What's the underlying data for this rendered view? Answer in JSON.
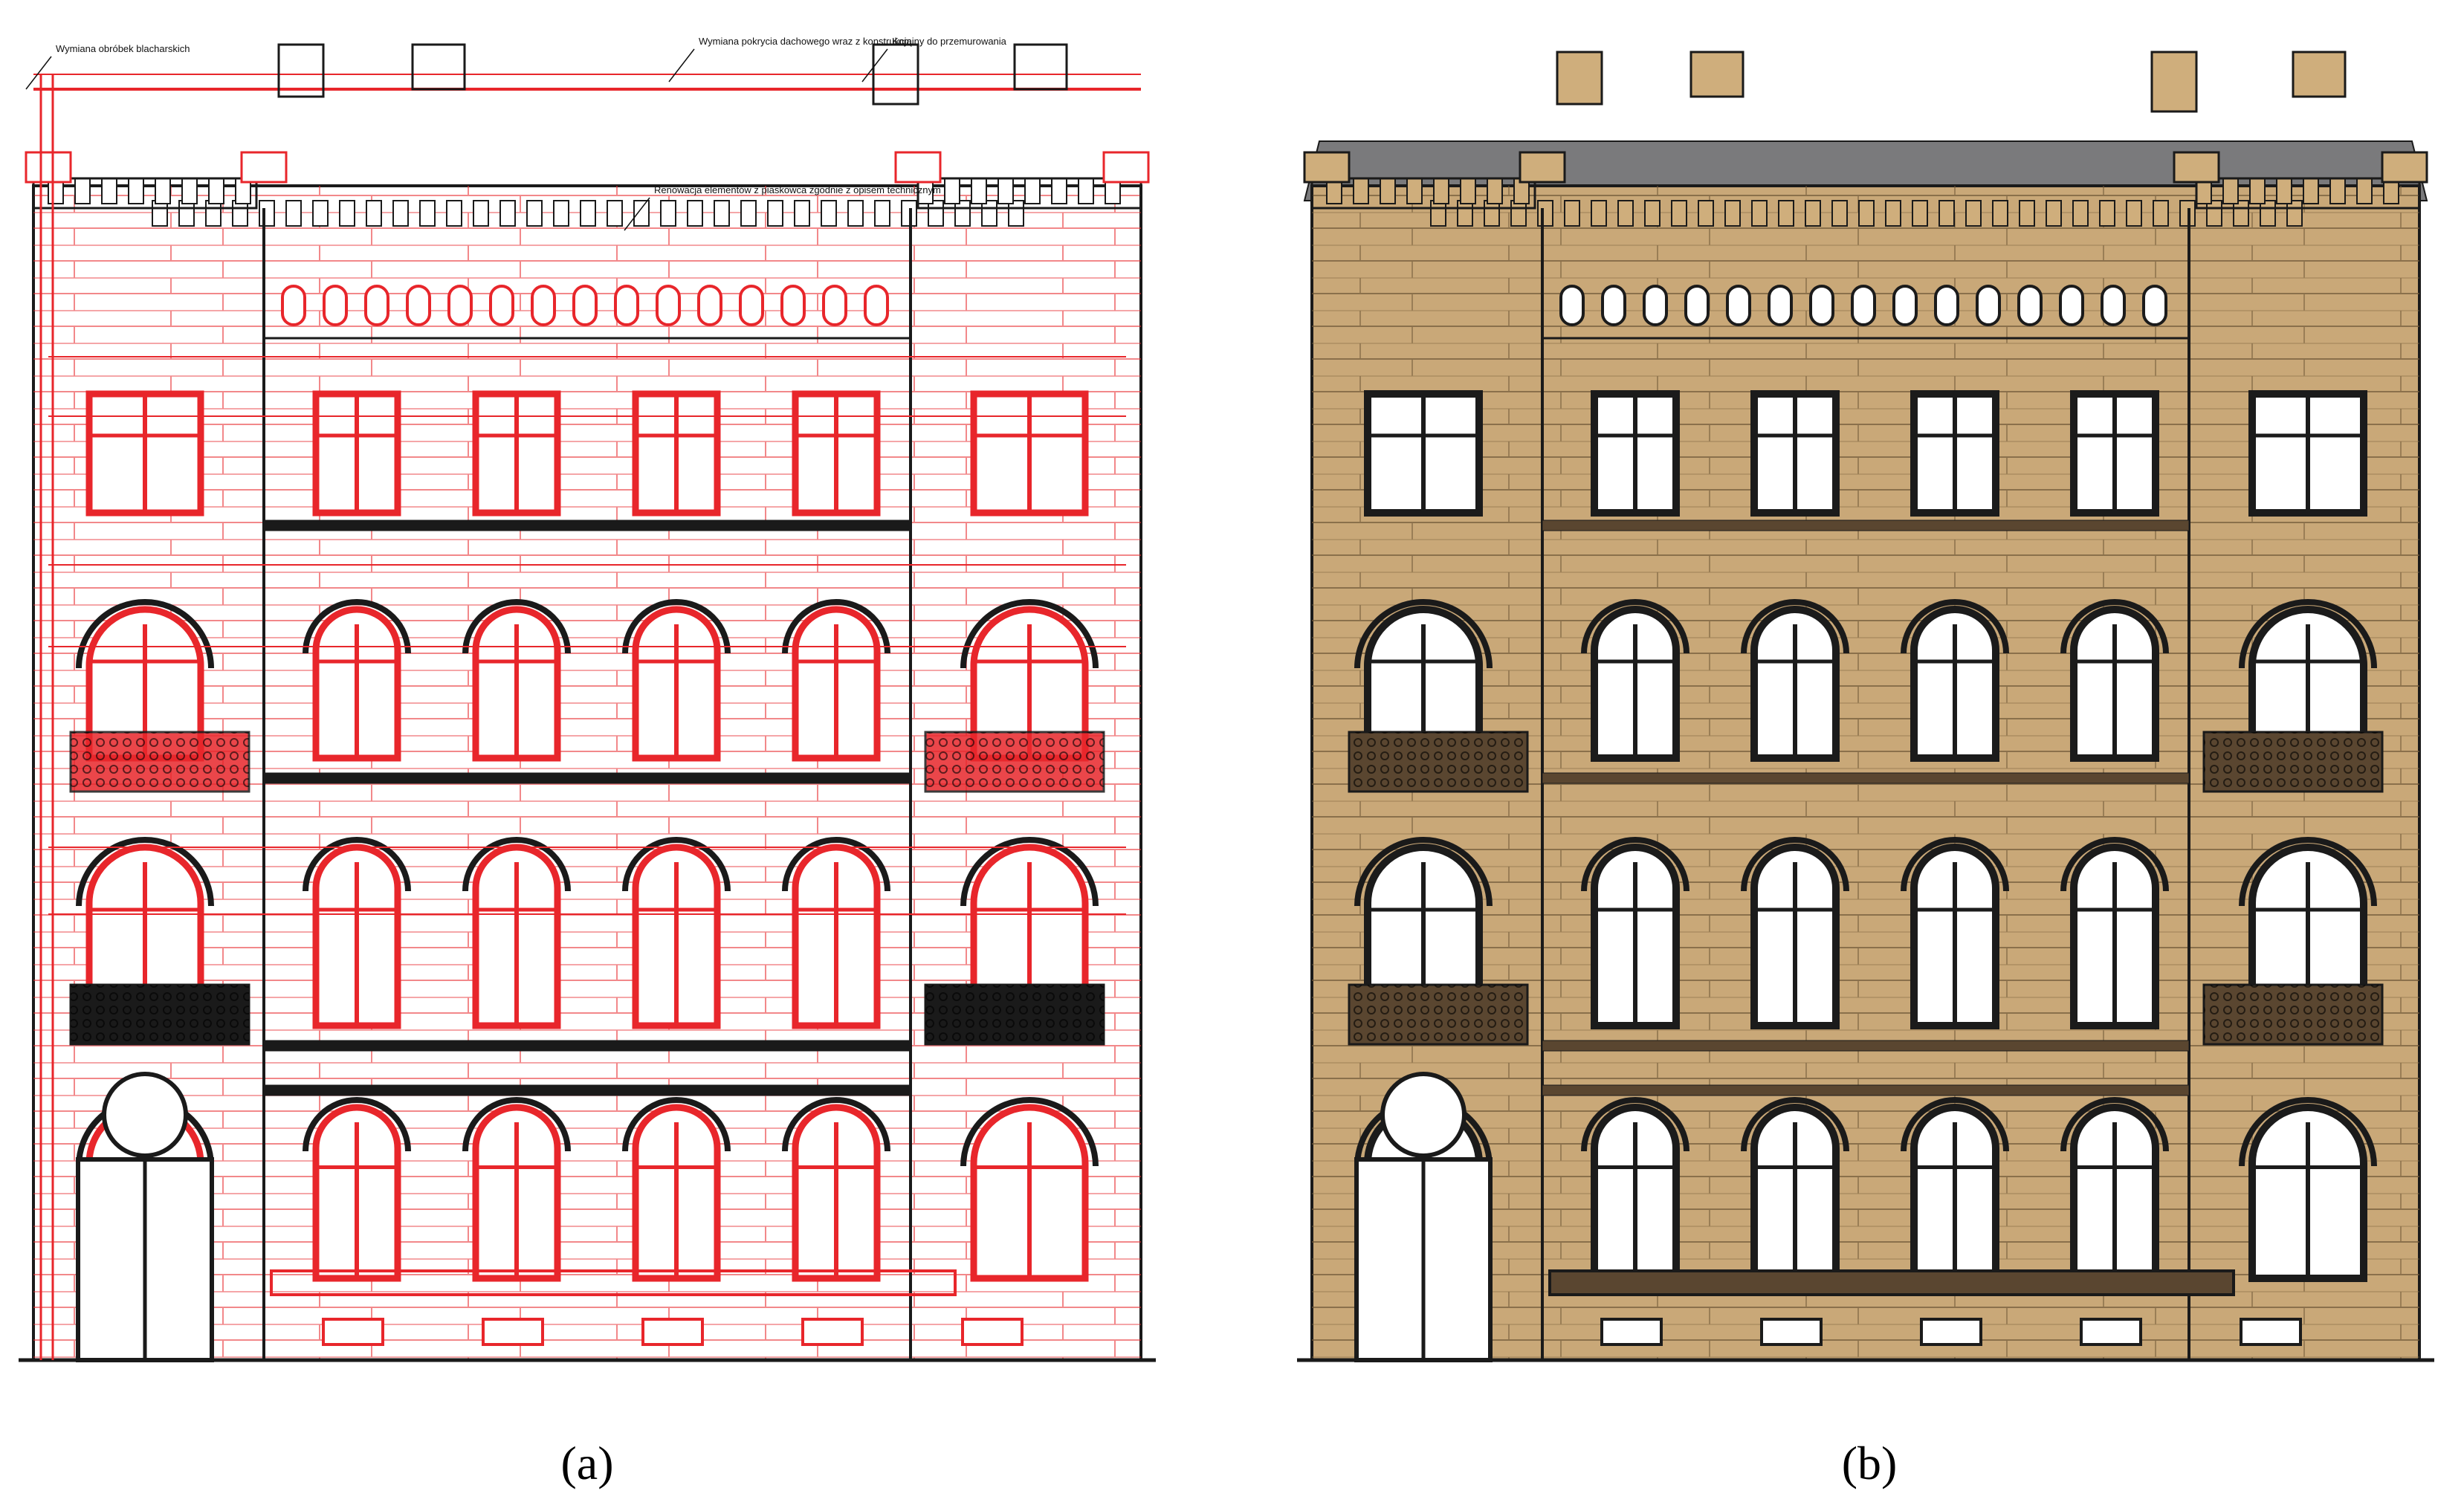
{
  "panels": [
    {
      "id": "a",
      "caption": "(a)",
      "style": "drawing",
      "annotations": [
        "Wymiana obróbek blacharskich",
        "Wymiana pokrycia dachowego wraz z konstrukcją",
        "Kominy do przemurowania",
        "Renowacja elementów z piaskowca zgodnie z opisem technicznym"
      ]
    },
    {
      "id": "b",
      "caption": "(b)",
      "style": "render"
    }
  ],
  "colors": {
    "drawing_red": "#e8262b",
    "drawing_line": "#1a1a1a",
    "wall_tan": "#c9a878",
    "wall_dark": "#5a4630",
    "roof_gray": "#7a7a7c",
    "chimney_tan": "#cfae7c",
    "window_dark": "#1b1b1b",
    "glass": "#ffffff"
  }
}
